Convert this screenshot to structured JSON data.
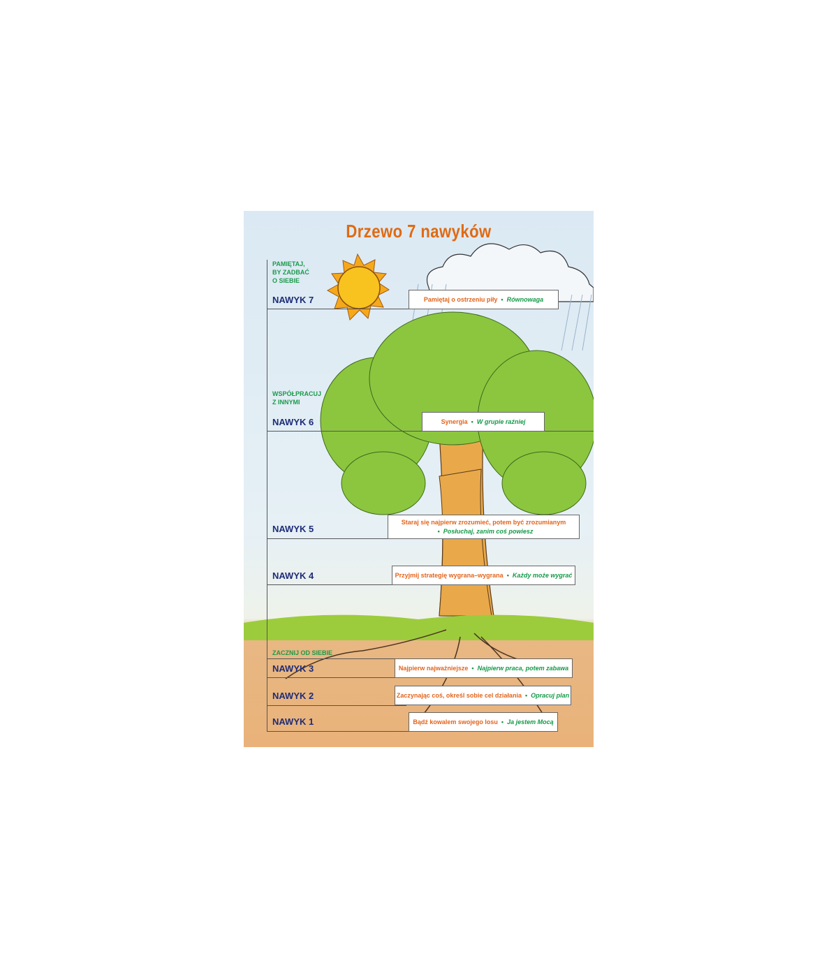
{
  "title": "Drzewo 7 nawyków",
  "groups": {
    "top": [
      "PAMIĘTAJ,",
      "BY ZADBAĆ",
      "O SIEBIE"
    ],
    "middle": [
      "WSPÓŁPRACUJ",
      "Z INNYMI"
    ],
    "bottom": [
      "ZACZNIJ OD SIEBIE"
    ]
  },
  "habits": [
    {
      "label": "NAWYK 7",
      "principle": "Pamiętaj o ostrzeniu piły",
      "motto": "Równowaga"
    },
    {
      "label": "NAWYK 6",
      "principle": "Synergia",
      "motto": "W grupie raźniej"
    },
    {
      "label": "NAWYK 5",
      "principle": "Staraj się najpierw zrozumieć, potem być zrozumianym",
      "motto": "Posłuchaj, zanim coś powiesz"
    },
    {
      "label": "NAWYK 4",
      "principle": "Przyjmij strategię wygrana–wygrana",
      "motto": "Każdy może wygrać"
    },
    {
      "label": "NAWYK 3",
      "principle": "Najpierw najważniejsze",
      "motto": "Najpierw praca, potem zabawa"
    },
    {
      "label": "NAWYK 2",
      "principle": "Zaczynając coś, określ sobie cel działania",
      "motto": "Opracuj plan"
    },
    {
      "label": "NAWYK 1",
      "principle": "Bądź kowalem swojego losu",
      "motto": "Ja jestem Mocą"
    }
  ],
  "separator": "•"
}
